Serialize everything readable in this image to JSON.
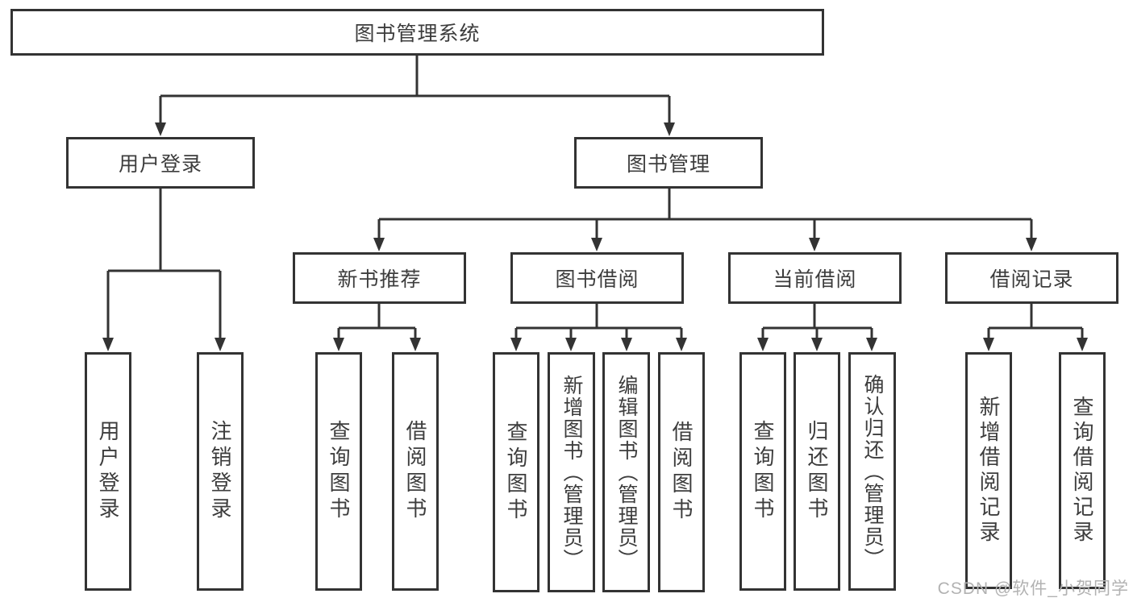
{
  "colors": {
    "line": "#333333",
    "text": "#3d3d3d",
    "box_fill": "#ffffff",
    "background": "#ffffff",
    "watermark": "#b2b2b2"
  },
  "tree": {
    "label": "图书管理系统",
    "children": [
      {
        "label": "用户登录",
        "children": [
          {
            "label": "用户登录"
          },
          {
            "label": "注销登录"
          }
        ]
      },
      {
        "label": "图书管理",
        "children": [
          {
            "label": "新书推荐",
            "children": [
              {
                "label": "查询图书"
              },
              {
                "label": "借阅图书"
              }
            ]
          },
          {
            "label": "图书借阅",
            "children": [
              {
                "label": "查询图书"
              },
              {
                "label": "新增图书（管理员）"
              },
              {
                "label": "编辑图书（管理员）"
              },
              {
                "label": "借阅图书"
              }
            ]
          },
          {
            "label": "当前借阅",
            "children": [
              {
                "label": "查询图书"
              },
              {
                "label": "归还图书"
              },
              {
                "label": "确认归还（管理员）"
              }
            ]
          },
          {
            "label": "借阅记录",
            "children": [
              {
                "label": "新增借阅记录"
              },
              {
                "label": "查询借阅记录"
              }
            ]
          }
        ]
      }
    ]
  },
  "watermark": {
    "text": "CSDN @软件_小贺同学"
  }
}
